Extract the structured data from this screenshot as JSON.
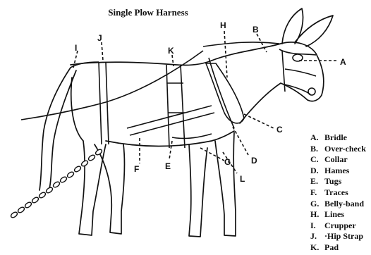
{
  "diagram": {
    "title": "Single Plow Harness",
    "callouts": {
      "a": "A",
      "b": "B",
      "c": "C",
      "d": "D",
      "e": "E",
      "f": "F",
      "g": "G",
      "h": "H",
      "i": "I",
      "j": "J",
      "k": "K",
      "l": "L"
    },
    "legend": [
      {
        "key": "A.",
        "label": "Bridle"
      },
      {
        "key": "B.",
        "label": "Over-check"
      },
      {
        "key": "C.",
        "label": "Collar"
      },
      {
        "key": "D.",
        "label": "Hames"
      },
      {
        "key": "E.",
        "label": "Tugs"
      },
      {
        "key": "F.",
        "label": "Traces"
      },
      {
        "key": "G.",
        "label": "Belly-band"
      },
      {
        "key": "H.",
        "label": "Lines"
      },
      {
        "key": "I.",
        "label": "Crupper"
      },
      {
        "key": "J.",
        "label": "·Hip Strap"
      },
      {
        "key": "K.",
        "label": "Pad"
      }
    ]
  }
}
